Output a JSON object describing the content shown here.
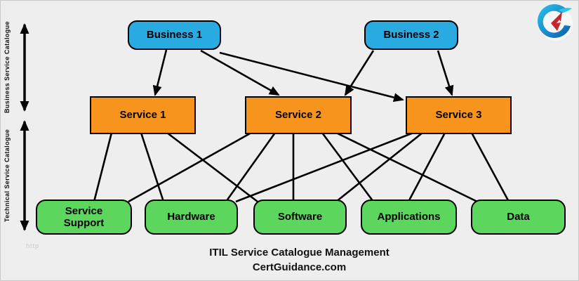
{
  "diagram": {
    "business_layer": [
      {
        "label": "Business 1"
      },
      {
        "label": "Business 2"
      }
    ],
    "service_layer": [
      {
        "label": "Service 1"
      },
      {
        "label": "Service 2"
      },
      {
        "label": "Service 3"
      }
    ],
    "component_layer": [
      {
        "label": "Service Support"
      },
      {
        "label": "Hardware"
      },
      {
        "label": "Software"
      },
      {
        "label": "Applications"
      },
      {
        "label": "Data"
      }
    ],
    "left_labels": {
      "top": "Business Service Catalogue",
      "bottom": "Technical Service Catalogue"
    },
    "caption": {
      "line1": "ITIL Service Catalogue Management",
      "line2": "CertGuidance.com"
    },
    "watermark": "http",
    "logo_name": "CertGuidance logo",
    "colors": {
      "background": "#EEEEEE",
      "business_box": "#29ABE2",
      "service_box": "#F7941E",
      "component_box": "#5CD65C",
      "line": "#000000",
      "logo_blue": "#1B9AD1",
      "logo_red": "#C1272D"
    }
  }
}
